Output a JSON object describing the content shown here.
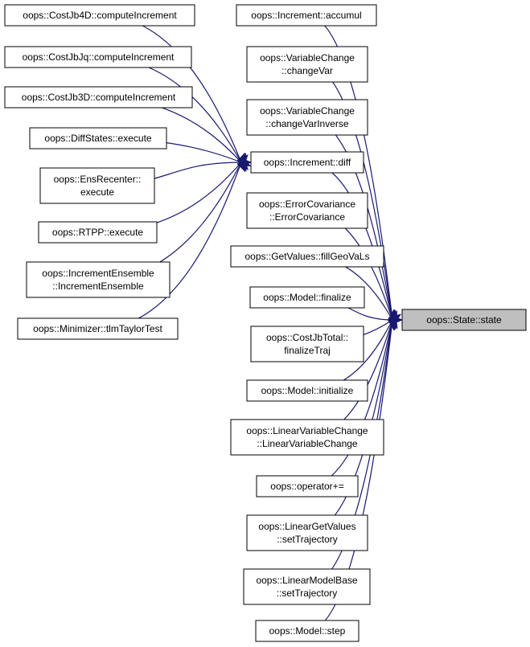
{
  "diagram": {
    "edge_color": "#191970",
    "focus_fill": "#bfbfbf",
    "nodes": {
      "cj4d": [
        "oops::CostJb4D::computeIncrement"
      ],
      "cjjq": [
        "oops::CostJbJq::computeIncrement"
      ],
      "cj3d": [
        "oops::CostJb3D::computeIncrement"
      ],
      "ds": [
        "oops::DiffStates::execute"
      ],
      "ens": [
        "oops::EnsRecenter::",
        "execute"
      ],
      "rtpp": [
        "oops::RTPP::execute"
      ],
      "ie": [
        "oops::IncrementEnsemble",
        "::IncrementEnsemble"
      ],
      "mtlm": [
        "oops::Minimizer::tlmTaylorTest"
      ],
      "accum": [
        "oops::Increment::accumul"
      ],
      "vcc": [
        "oops::VariableChange",
        "::changeVar"
      ],
      "vcci": [
        "oops::VariableChange",
        "::changeVarInverse"
      ],
      "diff": [
        "oops::Increment::diff"
      ],
      "ec": [
        "oops::ErrorCovariance",
        "::ErrorCovariance"
      ],
      "gv": [
        "oops::GetValues::fillGeoVaLs"
      ],
      "mfin": [
        "oops::Model::finalize"
      ],
      "cjt": [
        "oops::CostJbTotal::",
        "finalizeTraj"
      ],
      "minit": [
        "oops::Model::initialize"
      ],
      "lvc": [
        "oops::LinearVariableChange",
        "::LinearVariableChange"
      ],
      "opplus": [
        "oops::operator+="
      ],
      "lgv": [
        "oops::LinearGetValues",
        "::setTrajectory"
      ],
      "lmb": [
        "oops::LinearModelBase",
        "::setTrajectory"
      ],
      "mstep": [
        "oops::Model::step"
      ],
      "state": [
        "oops::State::state"
      ]
    },
    "edges": [
      [
        "cj4d",
        "diff"
      ],
      [
        "cjjq",
        "diff"
      ],
      [
        "cj3d",
        "diff"
      ],
      [
        "ds",
        "diff"
      ],
      [
        "ens",
        "diff"
      ],
      [
        "rtpp",
        "diff"
      ],
      [
        "ie",
        "diff"
      ],
      [
        "mtlm",
        "diff"
      ],
      [
        "accum",
        "state"
      ],
      [
        "vcc",
        "state"
      ],
      [
        "vcci",
        "state"
      ],
      [
        "diff",
        "state"
      ],
      [
        "ec",
        "state"
      ],
      [
        "gv",
        "state"
      ],
      [
        "mfin",
        "state"
      ],
      [
        "cjt",
        "state"
      ],
      [
        "minit",
        "state"
      ],
      [
        "lvc",
        "state"
      ],
      [
        "opplus",
        "state"
      ],
      [
        "lgv",
        "state"
      ],
      [
        "lmb",
        "state"
      ],
      [
        "mstep",
        "state"
      ]
    ]
  }
}
